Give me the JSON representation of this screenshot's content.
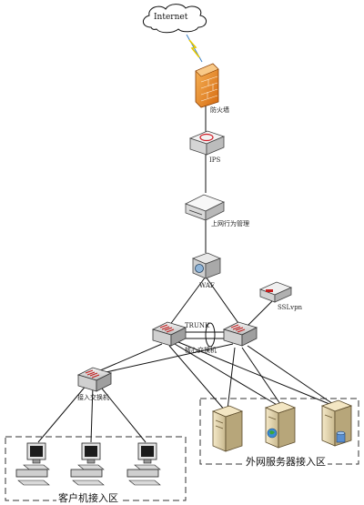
{
  "nodes": {
    "internet": "Internet",
    "firewall": "防火墙",
    "ips": "IPS",
    "behavior_mgmt": "上网行为管理",
    "waf": "WAF",
    "sslvpn": "SSLvpn",
    "trunk": "TRUNK",
    "core_switch": "核心交换机",
    "access_switch": "接入交换机"
  },
  "zones": {
    "servers": "外网服务器接入区",
    "clients": "客户机接入区"
  }
}
